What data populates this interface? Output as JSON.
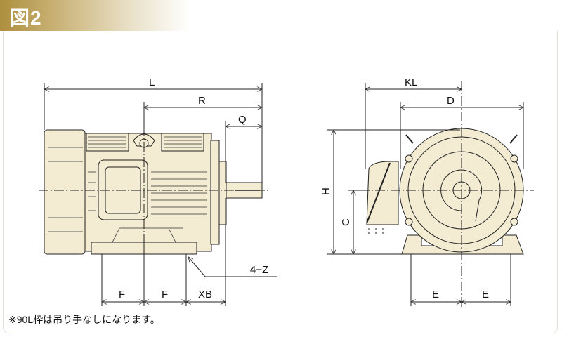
{
  "figure": {
    "title": "図2"
  },
  "left_view": {
    "L": "L",
    "R": "R",
    "Q": "Q",
    "F1": "F",
    "F2": "F",
    "XB": "XB",
    "Z": "4−Z"
  },
  "right_view": {
    "KL": "KL",
    "D": "D",
    "H": "H",
    "C": "C",
    "E1": "E",
    "E2": "E"
  },
  "note": "※90L枠は吊り手なしになります。",
  "colors": {
    "banner": "#ad8f3e",
    "motor_fill": "#f3ecd3",
    "line": "#222222"
  }
}
